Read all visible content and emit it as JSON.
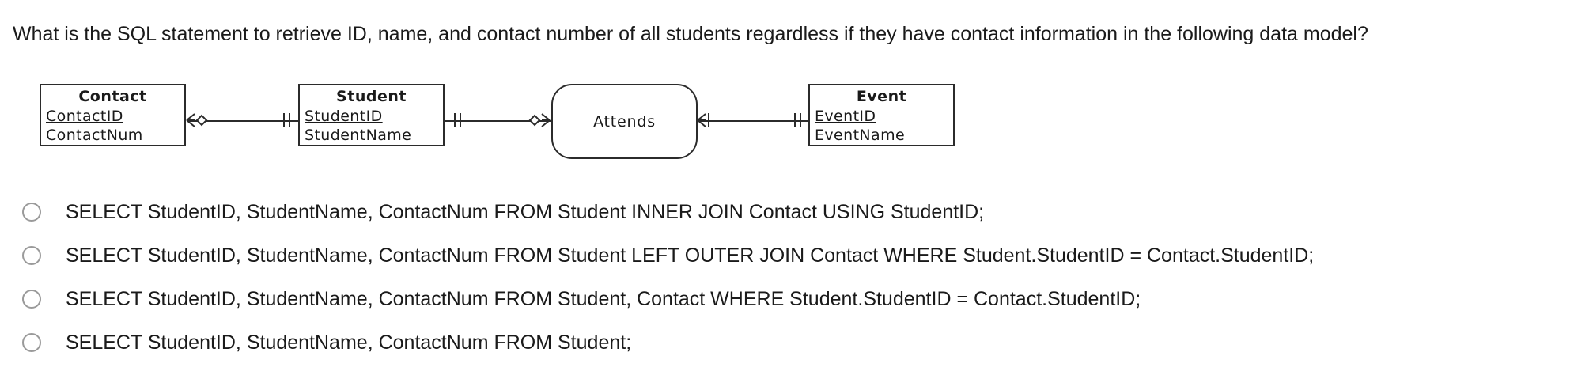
{
  "question": {
    "prompt": "What is the SQL statement to retrieve ID, name, and contact number of all students regardless if they have contact information in the following data model?"
  },
  "diagram": {
    "type": "er-diagram",
    "entities": [
      {
        "name": "Contact",
        "attributes": [
          {
            "label": "ContactID",
            "primary_key": true
          },
          {
            "label": "ContactNum",
            "primary_key": false
          }
        ]
      },
      {
        "name": "Student",
        "attributes": [
          {
            "label": "StudentID",
            "primary_key": true
          },
          {
            "label": "StudentName",
            "primary_key": false
          }
        ]
      },
      {
        "name": "Event",
        "attributes": [
          {
            "label": "EventID",
            "primary_key": true
          },
          {
            "label": "EventName",
            "primary_key": false
          }
        ]
      }
    ],
    "relationships": [
      {
        "label": "Attends",
        "shape": "rounded-rectangle"
      }
    ],
    "connections": [
      {
        "from": "Contact",
        "to": "Student",
        "from_cardinality": "zero-or-many",
        "to_cardinality": "one-and-only-one"
      },
      {
        "from": "Student",
        "to": "Attends",
        "from_cardinality": "one-and-only-one",
        "to_cardinality": "zero-or-many"
      },
      {
        "from": "Attends",
        "to": "Event",
        "from_cardinality": "one-or-many",
        "to_cardinality": "one-and-only-one"
      }
    ],
    "line_color": "#2b2b2b"
  },
  "options": [
    {
      "id": "option-a",
      "text": "SELECT StudentID, StudentName, ContactNum FROM Student INNER JOIN Contact USING StudentID;",
      "selected": false
    },
    {
      "id": "option-b",
      "text": "SELECT StudentID, StudentName, ContactNum FROM Student LEFT OUTER JOIN Contact WHERE Student.StudentID = Contact.StudentID;",
      "selected": false
    },
    {
      "id": "option-c",
      "text": "SELECT StudentID, StudentName, ContactNum FROM Student, Contact WHERE Student.StudentID = Contact.StudentID;",
      "selected": false
    },
    {
      "id": "option-d",
      "text": "SELECT StudentID, StudentName, ContactNum FROM Student;",
      "selected": false
    }
  ],
  "colors": {
    "background": "#ffffff",
    "text": "#1a1a1a",
    "radio_border": "#9a9a9a",
    "diagram_stroke": "#2b2b2b"
  }
}
